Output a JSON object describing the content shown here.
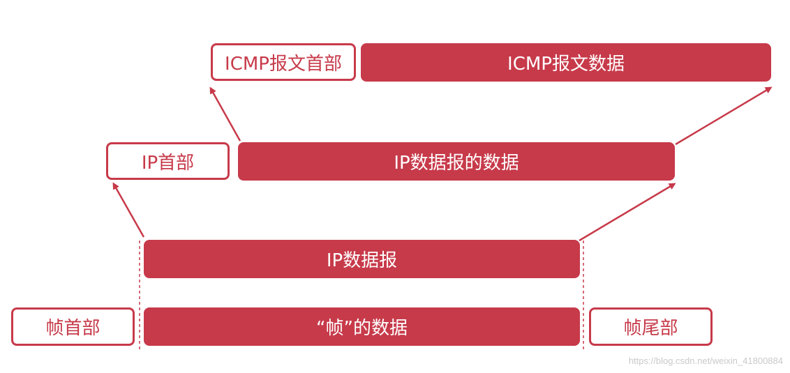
{
  "colors": {
    "accent": "#c73a4a",
    "box_text_on_accent": "#ffffff",
    "watermark": "#c9c9c9"
  },
  "layers": {
    "icmp": {
      "header_label": "ICMP报文首部",
      "data_label": "ICMP报文数据"
    },
    "ip": {
      "header_label": "IP首部",
      "data_label": "IP数据报的数据"
    },
    "ip_datagram": {
      "label": "IP数据报"
    },
    "frame": {
      "header_label": "帧首部",
      "data_label": "“帧”的数据",
      "trailer_label": "帧尾部"
    }
  },
  "watermark": "https://blog.csdn.net/weixin_41800884"
}
